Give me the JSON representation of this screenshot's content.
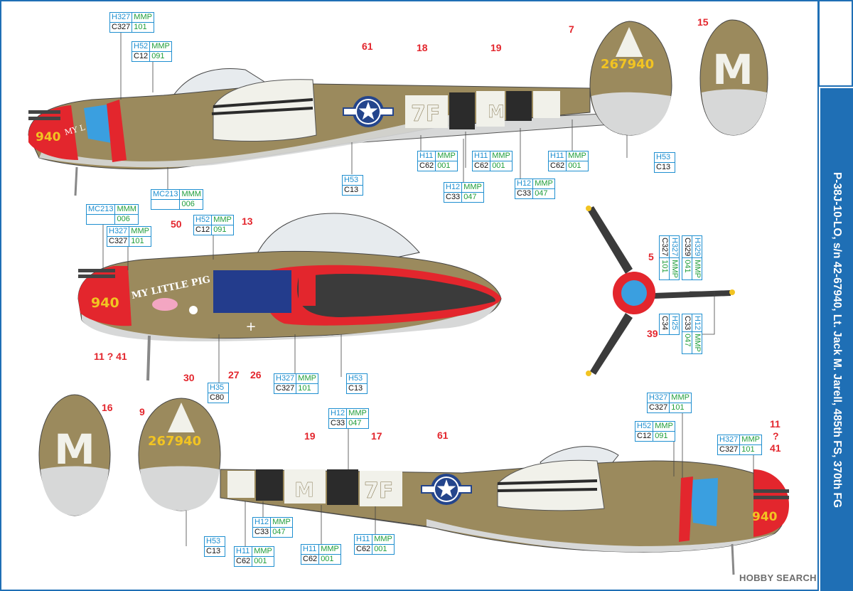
{
  "title": "P-38J-10-LO, s/n 42-67940, Lt. Jack M. Jarell, 485th FS, 370th FG",
  "watermark": "HOBBY SEARCH",
  "nose_art": "MY LITTLE PIG",
  "markings": {
    "serial": "267940",
    "nose_number": "940",
    "code": "7F",
    "letter": "M"
  },
  "colors": {
    "olive_drab": "#9b8a5d",
    "neutral_gray": "#d7d8d8",
    "red": "#e3262d",
    "blue": "#3a9fe0",
    "black": "#2b2b2b",
    "invasion_white": "#f1f1ea",
    "panel_blue": "#1f6fb5",
    "callout_blue": "#1f8fd0",
    "callout_green": "#1f9d3a"
  },
  "callouts": [
    {
      "top": "H327",
      "top2": "MMP",
      "bot": "C327",
      "bot2": "101"
    },
    {
      "top": "H52",
      "top2": "MMP",
      "bot": "C12",
      "bot2": "091"
    },
    {
      "top": "MC213",
      "top2": "MMM",
      "bot": "",
      "bot2": "006"
    },
    {
      "top": "H53",
      "top2": "",
      "bot": "C13",
      "bot2": ""
    },
    {
      "top": "H11",
      "top2": "MMP",
      "bot": "C62",
      "bot2": "001"
    },
    {
      "top": "H11",
      "top2": "MMP",
      "bot": "C62",
      "bot2": "001"
    },
    {
      "top": "H12",
      "top2": "MMP",
      "bot": "C33",
      "bot2": "047"
    },
    {
      "top": "H12",
      "top2": "MMP",
      "bot": "C33",
      "bot2": "047"
    },
    {
      "top": "H11",
      "top2": "MMP",
      "bot": "C62",
      "bot2": "001"
    },
    {
      "top": "H53",
      "top2": "",
      "bot": "C13",
      "bot2": ""
    },
    {
      "top": "MC213",
      "top2": "MMM",
      "bot": "",
      "bot2": "006"
    },
    {
      "top": "H327",
      "top2": "MMP",
      "bot": "C327",
      "bot2": "101"
    },
    {
      "top": "H52",
      "top2": "MMP",
      "bot": "C12",
      "bot2": "091"
    },
    {
      "top": "H35",
      "top2": "",
      "bot": "C80",
      "bot2": ""
    },
    {
      "top": "H327",
      "top2": "MMP",
      "bot": "C327",
      "bot2": "101"
    },
    {
      "top": "H53",
      "top2": "",
      "bot": "C13",
      "bot2": ""
    },
    {
      "top": "H12",
      "top2": "MMP",
      "bot": "C33",
      "bot2": "047"
    },
    {
      "top": "H327",
      "top2": "MMP",
      "bot": "C327",
      "bot2": "101"
    },
    {
      "top": "H52",
      "top2": "MMP",
      "bot": "C12",
      "bot2": "091"
    },
    {
      "top": "H327",
      "top2": "MMP",
      "bot": "C327",
      "bot2": "101"
    },
    {
      "top": "H53",
      "top2": "",
      "bot": "C13",
      "bot2": ""
    },
    {
      "top": "H12",
      "top2": "MMP",
      "bot": "C33",
      "bot2": "047"
    },
    {
      "top": "H11",
      "top2": "MMP",
      "bot": "C62",
      "bot2": "001"
    },
    {
      "top": "H11",
      "top2": "MMP",
      "bot": "C62",
      "bot2": "001"
    },
    {
      "top": "H11",
      "top2": "MMP",
      "bot": "C62",
      "bot2": "001"
    }
  ],
  "prop_callouts": [
    {
      "top": "H327",
      "top2": "MMP",
      "bot": "C327",
      "bot2": "101"
    },
    {
      "top": "H329",
      "top2": "MMP",
      "bot": "C329",
      "bot2": "041"
    },
    {
      "top": "H25",
      "top2": "",
      "bot": "C34",
      "bot2": ""
    },
    {
      "top": "H12",
      "top2": "MMP",
      "bot": "C33",
      "bot2": "047"
    }
  ],
  "decal_numbers": [
    "7",
    "15",
    "61",
    "18",
    "19",
    "50",
    "13",
    "11 ? 41",
    "30",
    "27",
    "26",
    "5",
    "39",
    "16",
    "9",
    "19",
    "17",
    "61",
    "11",
    "?",
    "41"
  ]
}
